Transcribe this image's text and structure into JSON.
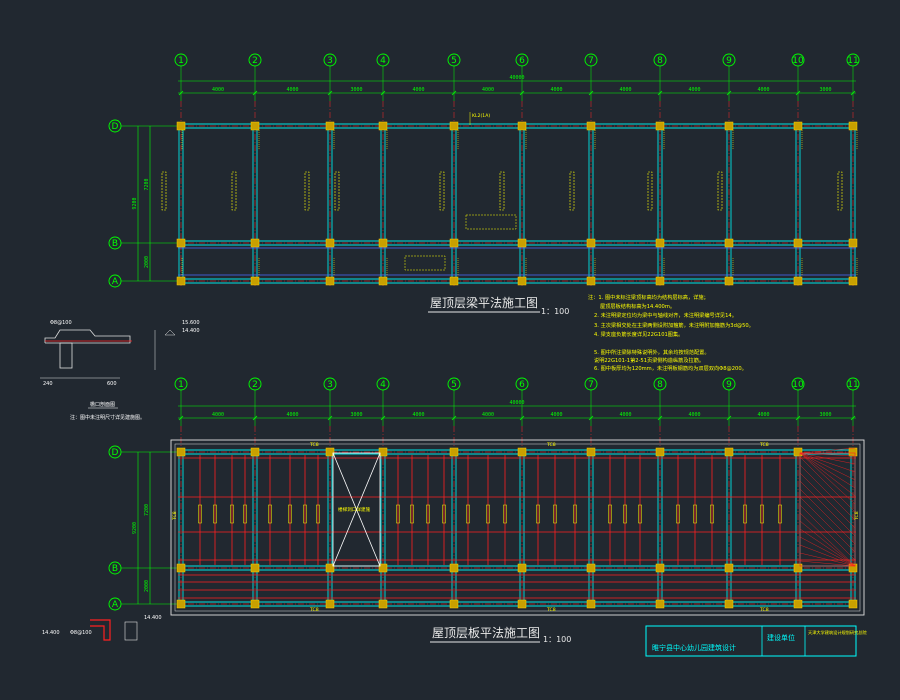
{
  "axes_x": [
    "1",
    "2",
    "3",
    "4",
    "5",
    "6",
    "7",
    "8",
    "9",
    "10",
    "11"
  ],
  "axes_y": [
    "D",
    "B",
    "A"
  ],
  "top_plan": {
    "title": "屋顶层梁平法施工图",
    "scale": "1：100",
    "total_dim": "40000",
    "bay_dims": [
      "4000",
      "4000",
      "3000",
      "4000",
      "4000",
      "4000",
      "4000",
      "4000",
      "4000",
      "3000"
    ],
    "side_dims": [
      "7200",
      "2000"
    ],
    "side_total": "9200",
    "beam_label": "KL2(1A)"
  },
  "bottom_plan": {
    "title": "屋顶层板平法施工图",
    "scale": "1：100",
    "total_dim": "40000",
    "bay_dims": [
      "4000",
      "4000",
      "3000",
      "4000",
      "4000",
      "4000",
      "4000",
      "4000",
      "4000",
      "3000"
    ],
    "side_dims": [
      "7200",
      "2000"
    ],
    "side_total": "9200",
    "edge_label": "TC8",
    "opening_label": "楼梯洞口详建施"
  },
  "notes": {
    "lines": [
      "注：1. 图中未标注梁顶标高均为结构层标高，详施；",
      "屋顶层板结构标高为14.400m。",
      "2. 未注明梁定位均为梁中与轴线对齐，未注明梁编号详见14。",
      "3. 主次梁相交处在主梁两侧设附加箍筋，未注明附加箍筋为3d@50。",
      "4. 梁支座负筋长度详见22G101图集。",
      "5. 图中所注梁除特殊说明外，其余均按规范配置。",
      "  说明22G101-1第2-51页梁侧构造纵筋及拉筋。",
      "6. 图中板厚均为120mm，未注明板钢筋均为双层双向Φ8@200。"
    ]
  },
  "section_detail": {
    "title": "檐口剖面图",
    "caption": "注：图中未注明尺寸详见建施图。",
    "label_top": "Φ8@100",
    "label_elev1": "15.600",
    "label_elev2": "14.400",
    "dim1": "240",
    "dim2": "600"
  },
  "corner_detail": {
    "label1": "14.400",
    "label2": "Φ8@100",
    "label3": "14.400"
  },
  "title_block": {
    "project": "睢宁县中心幼儿园建筑设计",
    "role": "建设单位",
    "company": "天津大学建筑设计规划研究总院"
  }
}
